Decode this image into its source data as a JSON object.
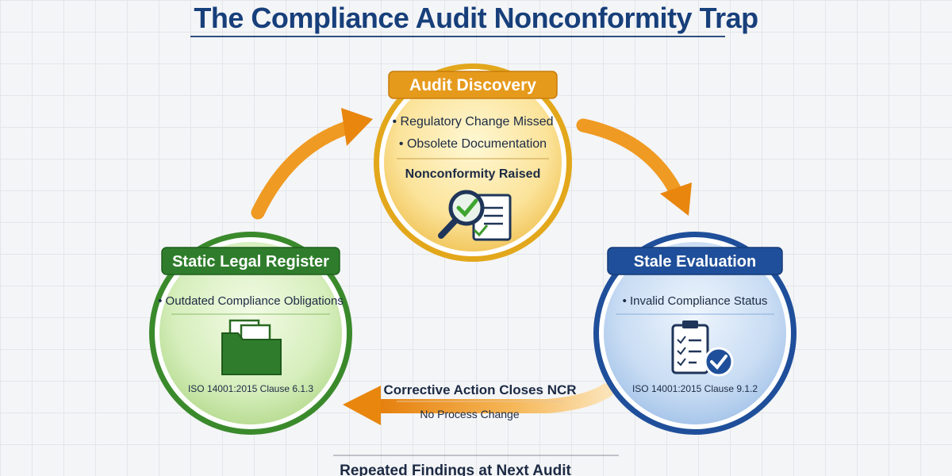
{
  "title": "The Compliance Audit Nonconformity Trap",
  "stages": {
    "audit": {
      "header": "Audit Discovery",
      "bullets": [
        "• Regulatory Change Missed",
        "• Obsolete Documentation"
      ],
      "result": "Nonconformity Raised",
      "icon": "magnifier-check-document-icon"
    },
    "legal": {
      "header": "Static Legal Register",
      "bullets": [
        "• Outdated Compliance Obligations"
      ],
      "clause": "ISO 14001:2015 Clause 6.1.3",
      "icon": "folder-documents-icon"
    },
    "stale": {
      "header": "Stale Evaluation",
      "bullets": [
        "• Invalid Compliance Status"
      ],
      "clause": "ISO 14001:2015 Clause 9.1.2",
      "icon": "clipboard-check-icon"
    }
  },
  "corrective": {
    "main": "Corrective Action Closes NCR",
    "sub": "No Process Change"
  },
  "footer": "Repeated Findings at Next Audit",
  "colors": {
    "title": "#173f7a",
    "arrow": "#e8880f",
    "audit_header": "#e69a1c",
    "legal_header": "#2f7d2c",
    "stale_header": "#1f4f9a"
  }
}
